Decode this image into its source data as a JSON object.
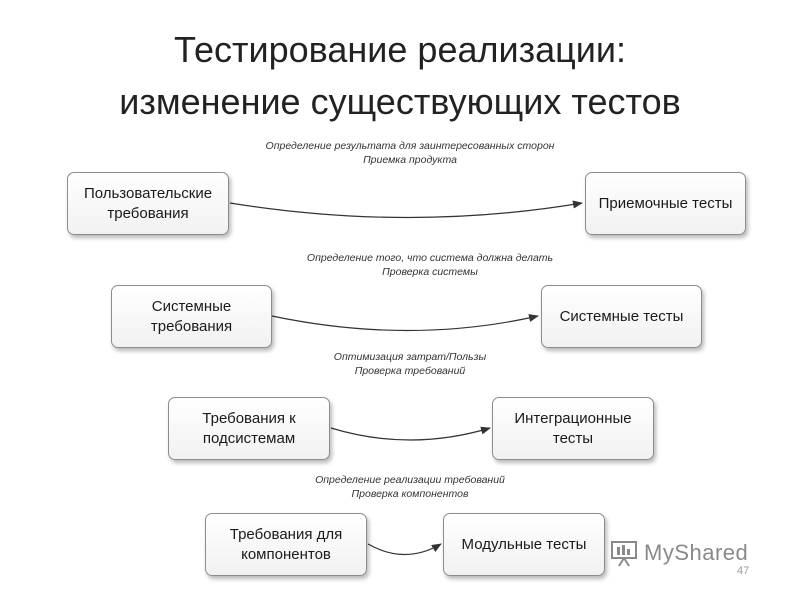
{
  "title": {
    "line1": "Тестирование реализации:",
    "line2": "изменение существующих тестов"
  },
  "levels": [
    {
      "note": "Определение результата для заинтересованных сторон\nПриемка продукта",
      "left": "Пользовательские\nтребования",
      "right": "Приемочные тесты"
    },
    {
      "note": "Определение того, что система должна делать\nПроверка системы",
      "left": "Системные\nтребования",
      "right": "Системные тесты"
    },
    {
      "note": "Оптимизация затрат/Пользы\nПроверка требований",
      "left": "Требования к\nподсистемам",
      "right": "Интеграционные\nтесты"
    },
    {
      "note": "Определение реализации требований\nПроверка компонентов",
      "left": "Требования для\nкомпонентов",
      "right": "Модульные тесты"
    }
  ],
  "watermark": "MyShared",
  "page_number": "47"
}
